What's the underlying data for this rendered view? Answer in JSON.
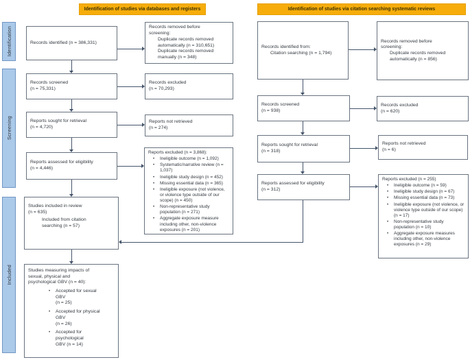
{
  "headers": {
    "databases": "Identification of studies via databases and registers",
    "citation": "Identification of studies via citation searching systematic reviews"
  },
  "sidebar": {
    "identification": "Identification",
    "screening": "Screening",
    "included": "Included"
  },
  "colors": {
    "banner_bg": "#f6ad0b",
    "banner_text": "#3f3202",
    "sidebar_bg": "#abc9e9",
    "sidebar_border": "#7096c4",
    "box_border": "#68727e",
    "arrow": "#44546a"
  },
  "db": {
    "b1": [
      "Records identified (n = 386,331)"
    ],
    "r1": {
      "lines": [
        "Records removed before",
        "screening:"
      ],
      "indent": [
        "Duplicate records removed",
        "automatically (n = 310,651)",
        "Duplicate records removed",
        "manually (n = 348)"
      ]
    },
    "b2": [
      "Records screened",
      "(n = 75,331)"
    ],
    "r2": [
      "Records excluded",
      "(n = 70,293)"
    ],
    "b3": [
      "Reports sought for retrieval",
      "(n = 4,720)"
    ],
    "r3": [
      "Reports not retrieved",
      "(n = 274)"
    ],
    "b4": [
      "Reports assessed for eligibility",
      "(n = 4,446)"
    ],
    "r4": {
      "title": "Reports excluded (n = 3,868):",
      "bullets": [
        "Ineligible outcome (n = 1,092)",
        "Systematic/narrative review (n = 1,037)",
        "Ineligible study design (n = 452)",
        "Missing essential data (n = 365)",
        "Ineligible exposure (not violence, or violence type outside of our scope) (n = 450)",
        "Non-representative study population (n = 271)",
        "Aggregate exposure measure including other, non-violence exposures (n = 201)"
      ]
    },
    "b5": {
      "lines": [
        "Studies included in review",
        "(n = 635)"
      ],
      "indent": [
        "Included from citation",
        "searching (n = 57)"
      ]
    },
    "b6": {
      "title": [
        "Studies measuring impacts of",
        "sexual, physical and",
        "psychological GBV (n = 40):"
      ],
      "bullets": [
        [
          "Accepted for sexual",
          "GBV",
          "(n = 25)"
        ],
        [
          "Accepted for physical",
          "GBV",
          "(n = 26)"
        ],
        [
          "Accepted for",
          "psychological",
          "GBV (n = 14)"
        ]
      ]
    }
  },
  "cs": {
    "b1": {
      "lines": [
        "Records identified from:"
      ],
      "indent": [
        "Citation searching (n = 1,794)"
      ]
    },
    "r1": {
      "lines": [
        "Records removed before",
        "screening:"
      ],
      "indent": [
        "Duplicate records removed",
        "automatically (n = 856)"
      ]
    },
    "b2": [
      "Records screened",
      "(n = 938)"
    ],
    "r2": [
      "Records excluded",
      "(n = 620)"
    ],
    "b3": [
      "Reports sought for retrieval",
      "(n = 318)"
    ],
    "r3": [
      "Reports not retrieved",
      "(n = 6)"
    ],
    "b4": [
      "Reports assessed for eligibility",
      "(n = 312)"
    ],
    "r4": {
      "title": "Reports excluded (n = 255)",
      "bullets": [
        "Ineligible outcome (n = 59)",
        "Ineligible study design (n = 67)",
        "Missing essential data (n = 73)",
        "Ineligible exposure (not violence, or violence type outside of our scope) (n = 17)",
        "Non-representative study population (n = 10)",
        "Aggregate exposure measures including other, non-violence exposures (n = 29)"
      ]
    }
  }
}
